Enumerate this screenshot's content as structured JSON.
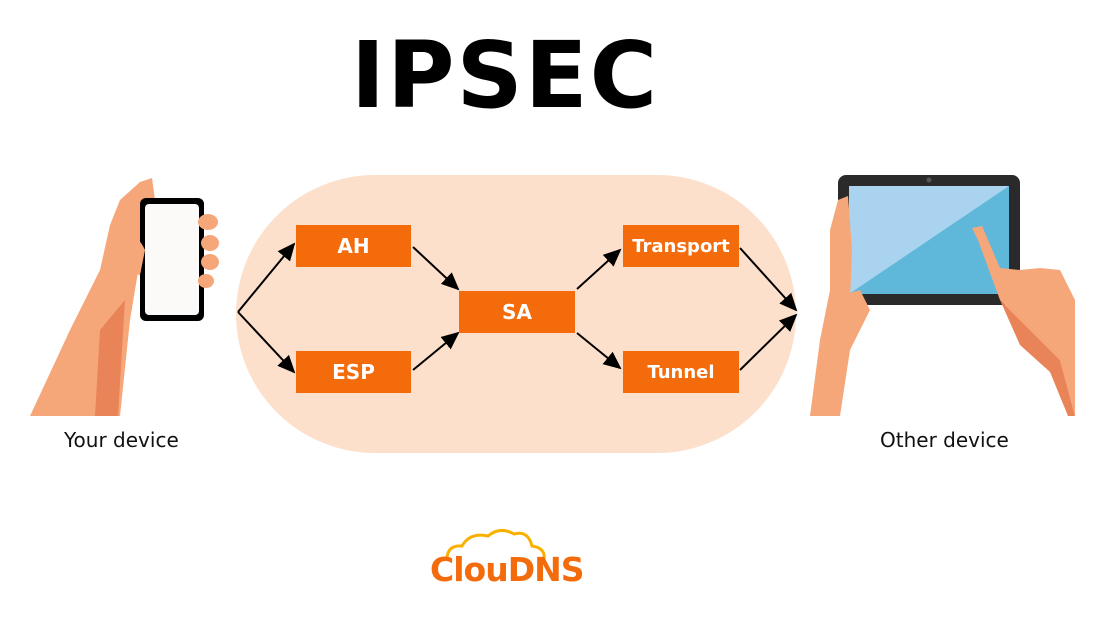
{
  "title": "IPSEC",
  "nodes": {
    "ah": "AH",
    "esp": "ESP",
    "sa": "SA",
    "transport": "Transport",
    "tunnel": "Tunnel"
  },
  "left_caption": "Your device",
  "right_caption": "Other device",
  "logo": "ClouDNS",
  "colors": {
    "accent": "#f46b0c",
    "pill": "#fde0cc",
    "skin": "#f6a77a",
    "tablet_screen": "#6cc0e0"
  }
}
